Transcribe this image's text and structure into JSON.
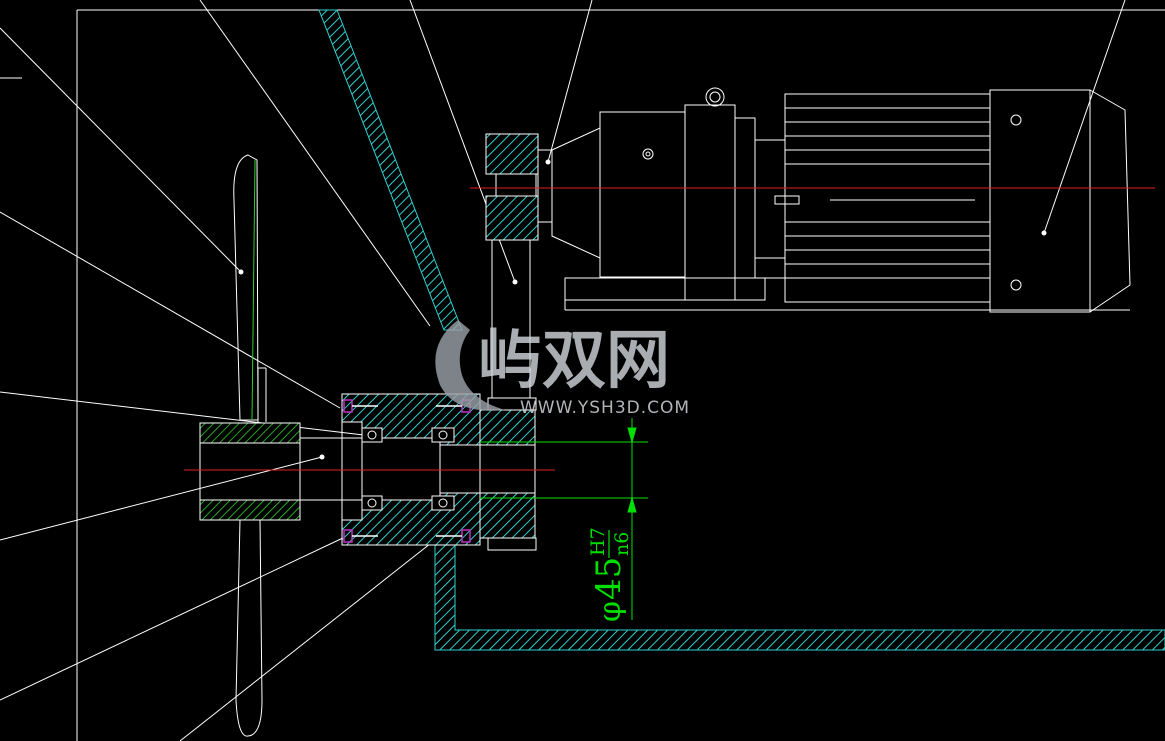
{
  "drawing": {
    "background": "#000000",
    "colors": {
      "line": "#ffffff",
      "hatch": "#2fd0d0",
      "center": "#e02020",
      "dimension": "#00e000",
      "fastener": "#c030c0"
    }
  },
  "dimension": {
    "symbol": "φ",
    "nominal": "45",
    "upper": "H7",
    "lower": "n6"
  },
  "watermark": {
    "brand": "屿双网",
    "url": "WWW.YSH3D.COM"
  }
}
